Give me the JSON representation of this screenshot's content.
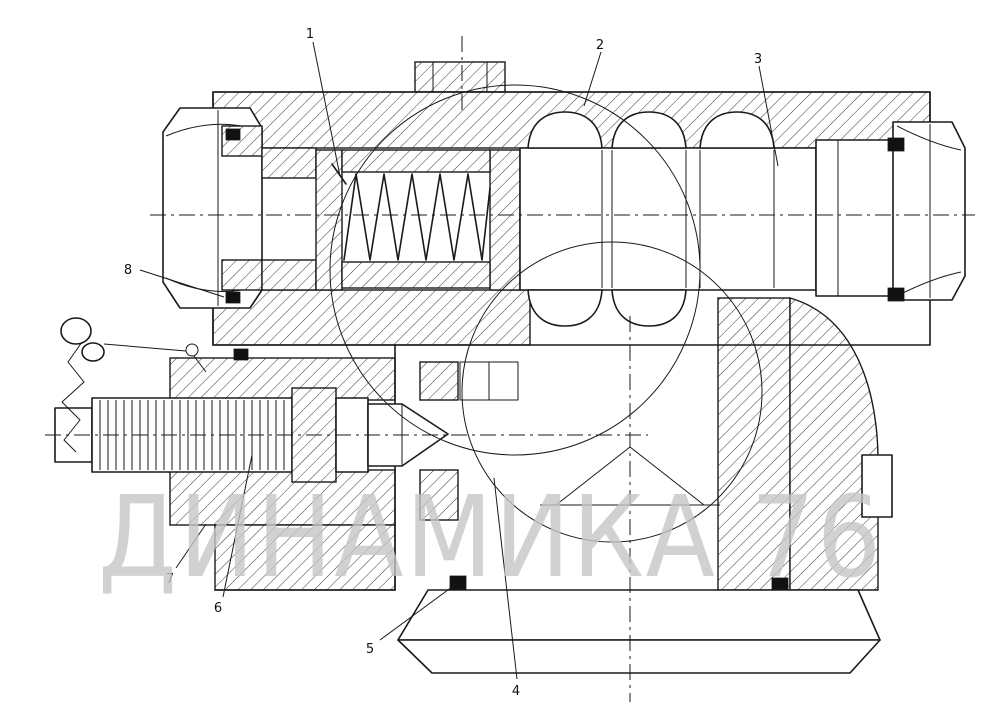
{
  "watermark": {
    "text": "ДИНАМИКА 76"
  },
  "callouts": [
    {
      "label": "1"
    },
    {
      "label": "2"
    },
    {
      "label": "3"
    },
    {
      "label": "4"
    },
    {
      "label": "5"
    },
    {
      "label": "6"
    },
    {
      "label": "7"
    },
    {
      "label": "8"
    }
  ],
  "colors": {
    "background": "#ffffff",
    "line": "#1a1a1a",
    "seal": "#111111",
    "watermark": "#c6c6c6"
  }
}
